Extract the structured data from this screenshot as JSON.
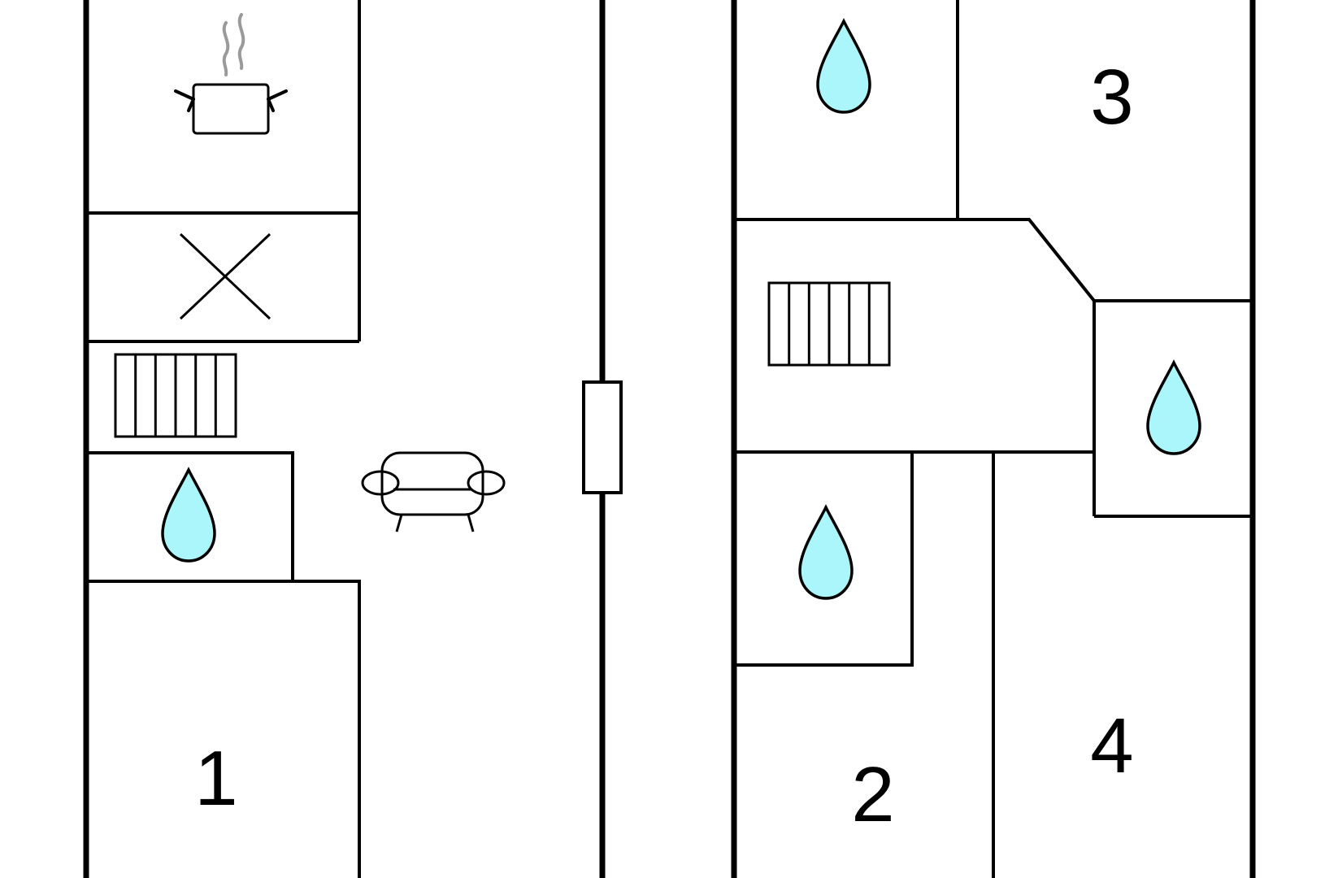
{
  "floorplan": {
    "colors": {
      "water": "#aaf6fa",
      "walls": "#000000",
      "steam": "#9a9a9a",
      "background": "#ffffff"
    },
    "icons": [
      "kitchen-pot-icon",
      "cross-icon",
      "radiator-icon",
      "water-drop-icon",
      "sofa-icon",
      "door-icon"
    ],
    "rooms": {
      "room_1": "1",
      "room_2": "2",
      "room_3": "3",
      "room_4": "4"
    }
  }
}
